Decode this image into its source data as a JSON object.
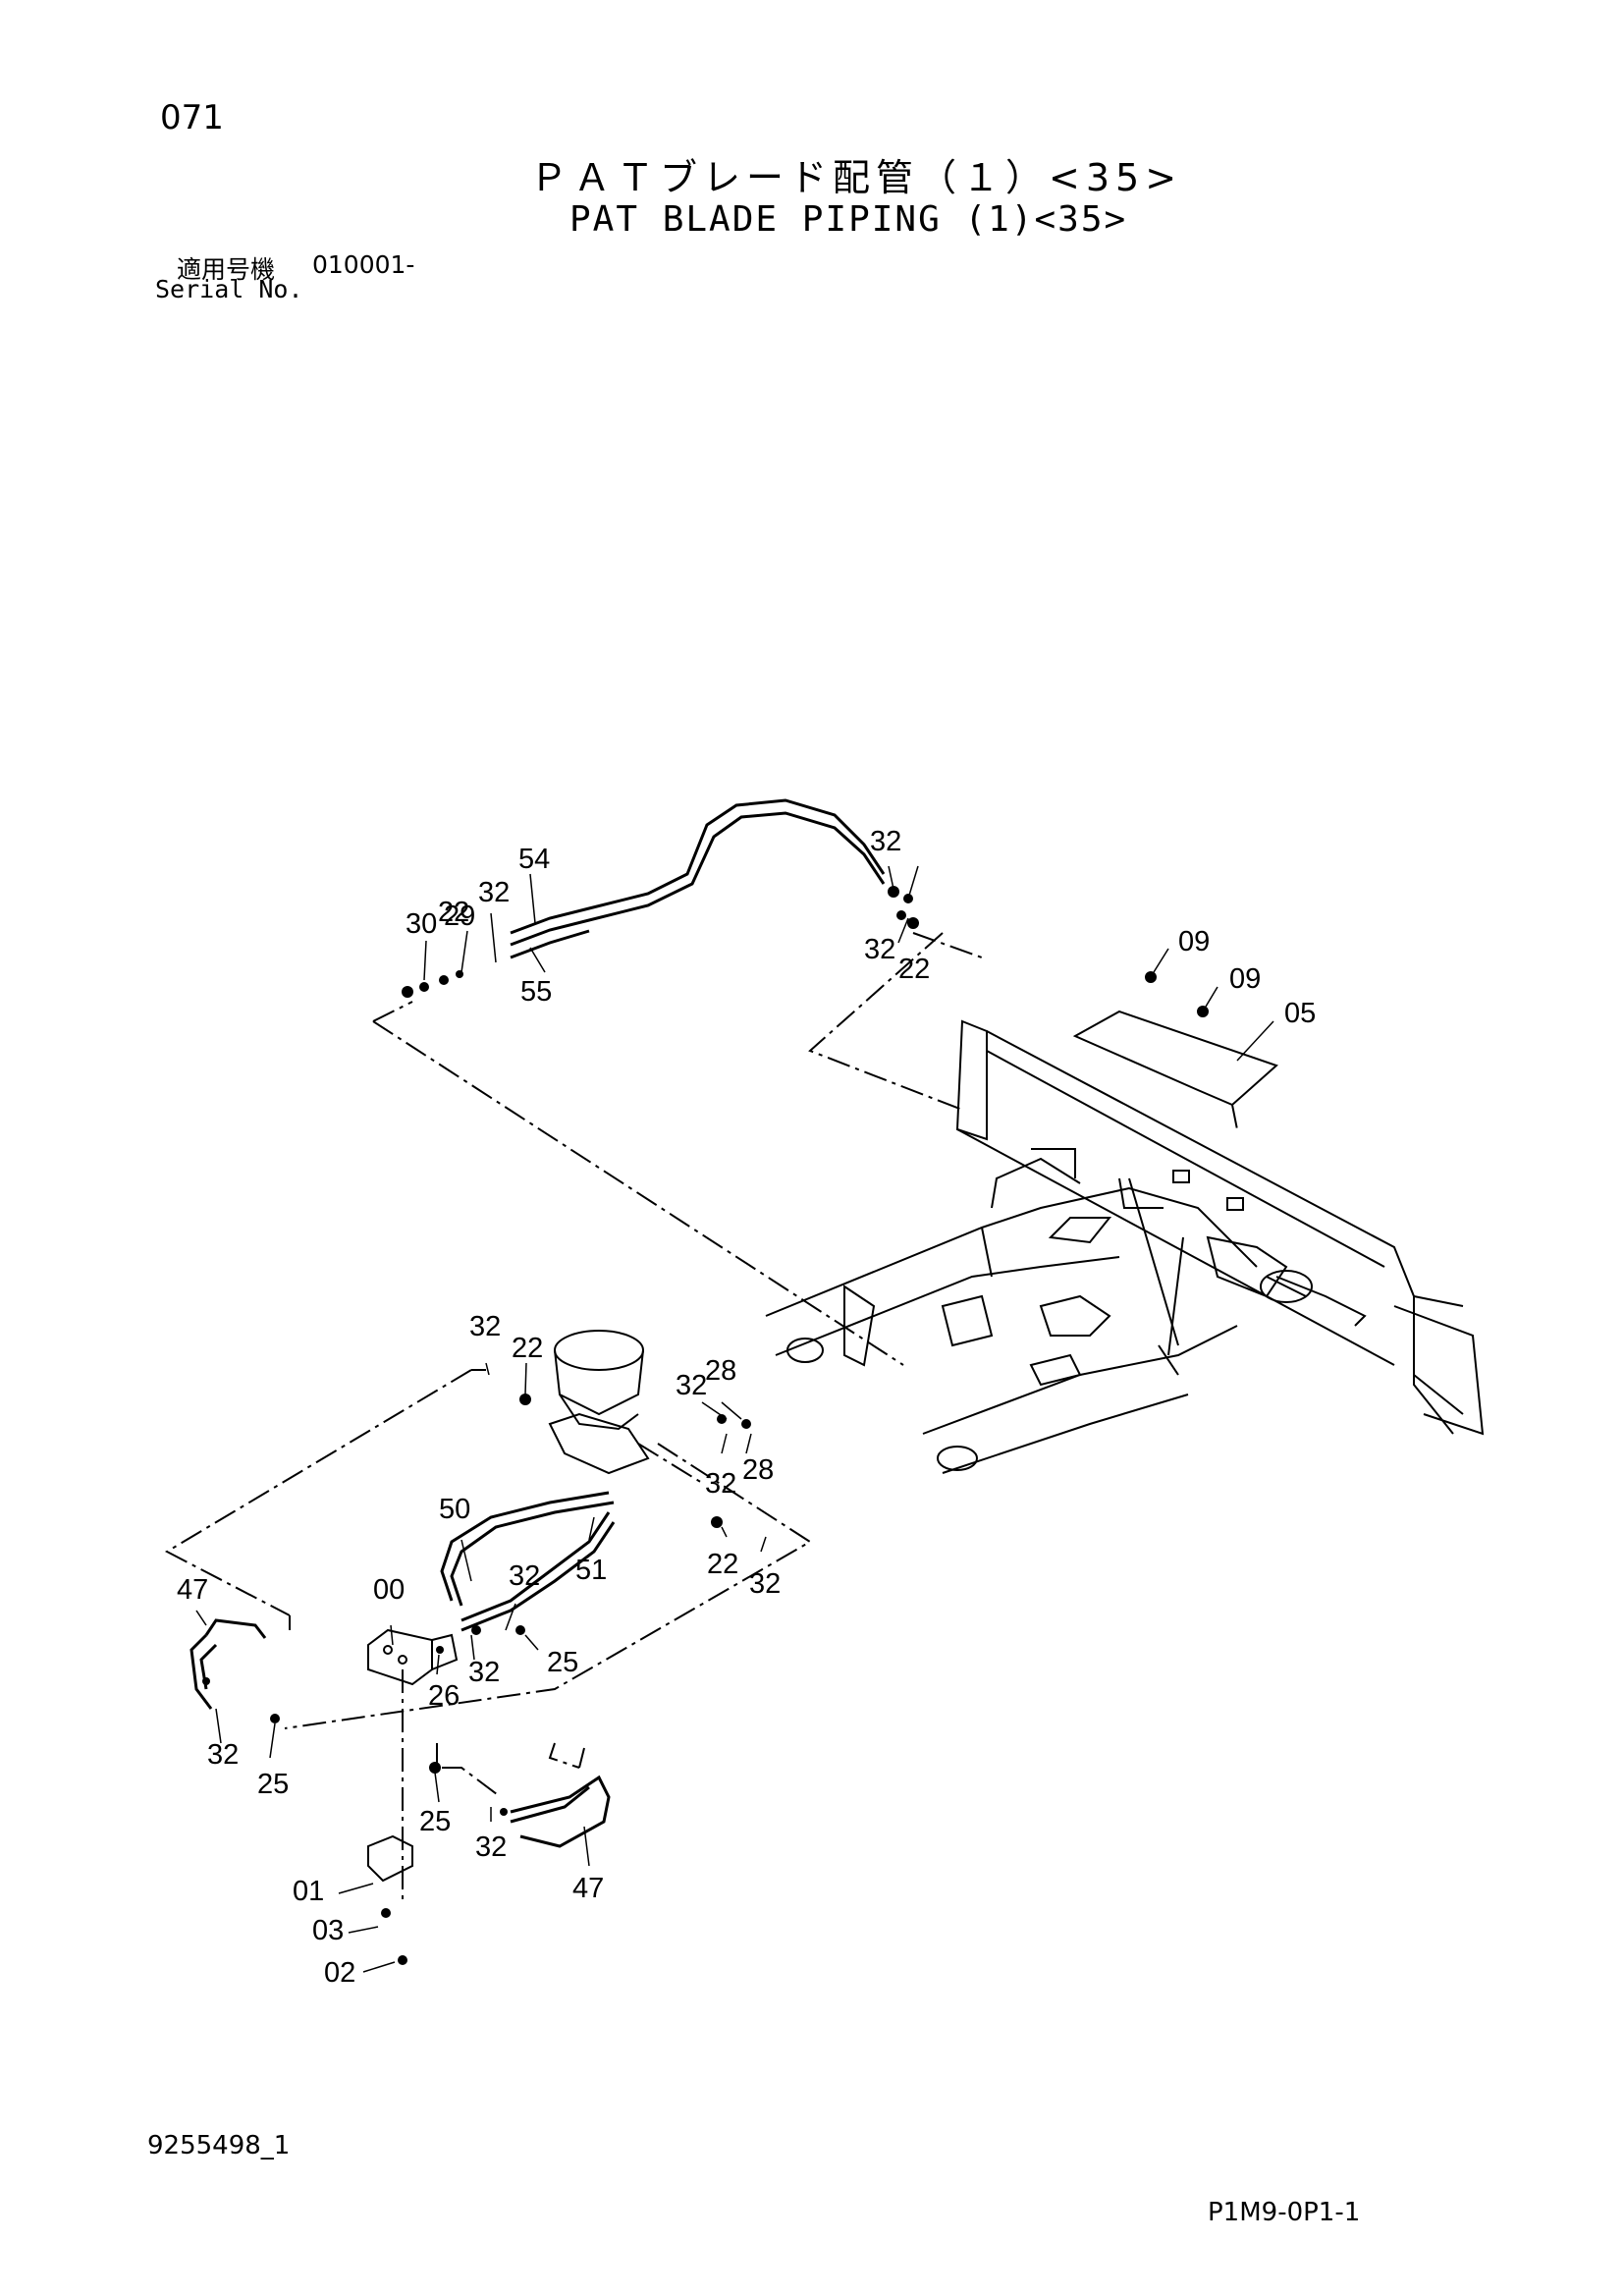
{
  "header": {
    "page_number": "071",
    "title_ja": "ＰＡＴブレード配管（１）<35>",
    "title_en": "PAT BLADE PIPING (1)<35>",
    "serial_label_ja": "適用号機",
    "serial_value": "010001-",
    "serial_label_en": "Serial No."
  },
  "footer": {
    "drawing_number": "9255498_1",
    "page_code": "P1M9-0P1-1"
  },
  "callouts": [
    "54",
    "32",
    "22",
    "30",
    "29",
    "32",
    "55",
    "32",
    "22",
    "09",
    "09",
    "05",
    "32",
    "22",
    "32",
    "28",
    "32",
    "28",
    "50",
    "51",
    "22",
    "32",
    "47",
    "00",
    "32",
    "32",
    "25",
    "26",
    "32",
    "25",
    "25",
    "32",
    "47",
    "01",
    "03",
    "02"
  ]
}
